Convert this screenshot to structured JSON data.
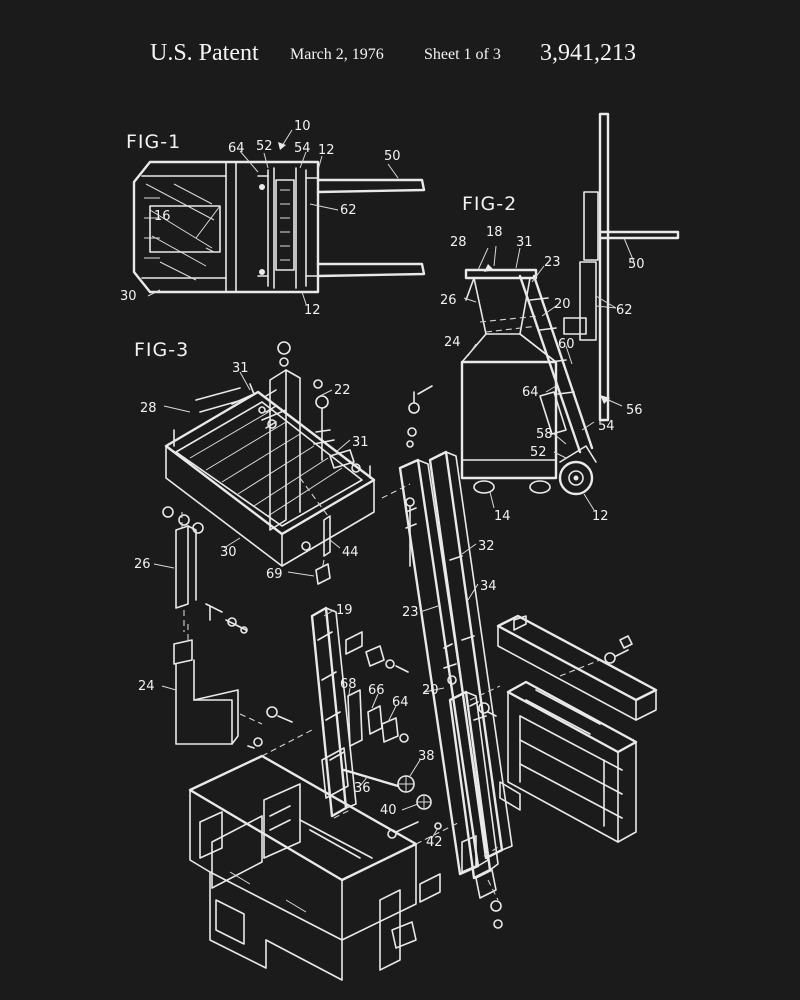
{
  "header": {
    "title": "U.S. Patent",
    "date": "March 2, 1976",
    "sheet": "Sheet 1 of 3",
    "number": "3,941,213"
  },
  "figures": {
    "fig1": "FIG-1",
    "fig2": "FIG-2",
    "fig3": "FIG-3"
  },
  "fig1_labels": [
    "64",
    "52",
    "10",
    "54",
    "12",
    "50",
    "16",
    "62",
    "30",
    "12"
  ],
  "fig2_labels": [
    "28",
    "18",
    "31",
    "23",
    "50",
    "26",
    "20",
    "62",
    "24",
    "60",
    "64",
    "56",
    "54",
    "58",
    "52",
    "14",
    "12"
  ],
  "fig3_labels": [
    "31",
    "22",
    "28",
    "31",
    "26",
    "30",
    "44",
    "69",
    "32",
    "34",
    "23",
    "19",
    "24",
    "68",
    "66",
    "64",
    "20",
    "38",
    "36",
    "40",
    "42"
  ],
  "colors": {
    "background": "#1b1b1b",
    "line": "#e9e9e9"
  }
}
